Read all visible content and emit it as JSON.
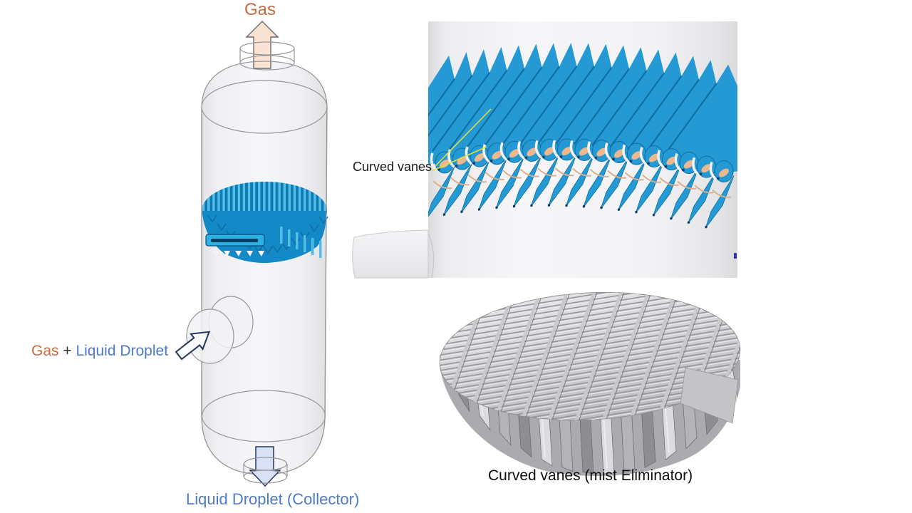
{
  "labels": {
    "gas_out": "Gas",
    "inlet_gas": "Gas",
    "inlet_plus": " + ",
    "inlet_rest": "Liquid Droplet",
    "bottom_outlet": "Liquid Droplet (Collector)",
    "curved_vanes": "Curved vanes",
    "caption": "Curved vanes (mist Eliminator)"
  },
  "colors": {
    "gas_text": "#C76A42",
    "plus_text": "#2E2E33",
    "blue_text": "#4E7BC5",
    "annotation_text": "#1B1B1F",
    "caption_text": "#0E0E10",
    "vane_blue": "#2499D4",
    "vane_blue_dark": "#0F6FA2",
    "vane_navy": "#0A3C68",
    "vane_peach": "#EDB88E",
    "vane_tan": "#D9B08A",
    "pack_fin_light": "#54BEE8",
    "pack_fin_dark": "#0F79B2",
    "pack_base": "#1287C6",
    "pack_band": "#1489C8",
    "drain_fill": "#2CB1E4",
    "drain_stroke": "#064E7E",
    "drain_slot": "#063F63",
    "vessel_stroke": "#97979C",
    "gas_arrow_fill": "#FBE3D3",
    "gas_arrow_stroke": "#6B6B70",
    "inlet_arrow_fill": "#FBFBFD",
    "down_arrow_fill": "#D9E2F4",
    "arrow_navy": "#24365E",
    "annotation_yellow": "#DCE03C",
    "blue_mark": "#3333AA",
    "metal_dark": "#96969A",
    "metal_light_line": "#EDEDEF",
    "metal_bar": "#C9C9CC",
    "metal_bar_edge": "#85858A",
    "metal_skirt": "#ABABAF"
  },
  "metal_strip_colors": [
    "#8E8E92",
    "#DCDCDF",
    "#B4B4B8"
  ],
  "figure": {
    "closeup_vane_count": 17,
    "pack_fin_count": 25,
    "pack_hook_count": 13,
    "metal_grid_rows": 26,
    "metal_grid_bars": 11,
    "metal_vane_count": 14
  }
}
